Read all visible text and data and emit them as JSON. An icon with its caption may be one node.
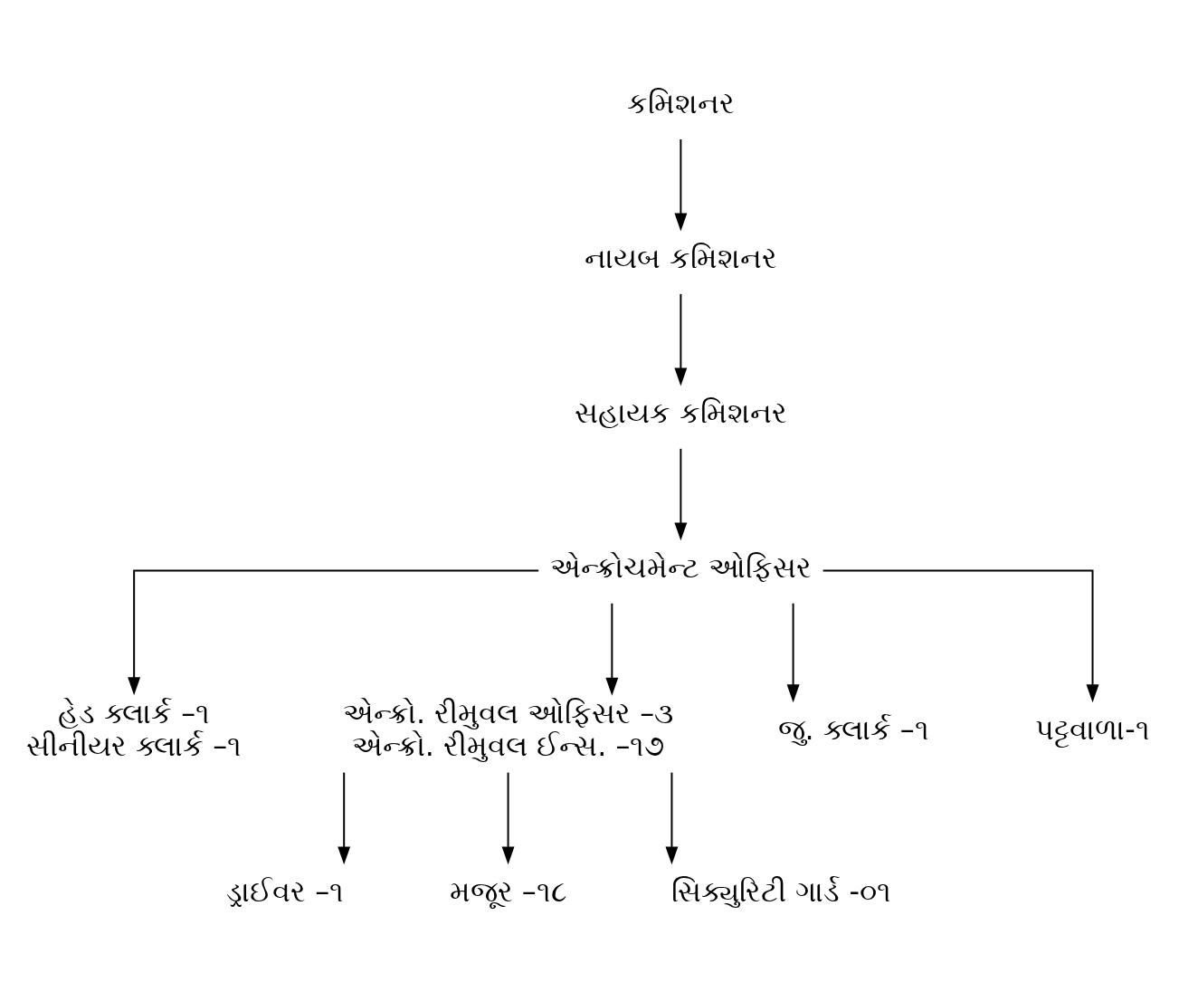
{
  "diagram": {
    "nodes": [
      {
        "text": [
          "કમિશનર"
        ]
      },
      {
        "text": [
          "નાયબ કમિશનર"
        ]
      },
      {
        "text": [
          "સહાયક કમિશનર"
        ]
      },
      {
        "text": [
          "એન્ક્રોચમેન્ટ ઓફિસર"
        ]
      },
      {
        "text": [
          "હેડ ક્લાર્ક –૧",
          "સીનીયર ક્લાર્ક –૧"
        ]
      },
      {
        "text": [
          "એન્ક્રો. રીમુવલ ઓફિસર –૩",
          "એન્ક્રો. રીમુવલ ઈન્સ. –૧૭"
        ]
      },
      {
        "text": [
          "જુ. ક્લાર્ક –૧"
        ]
      },
      {
        "text": [
          "પટ્ટવાળા-૧"
        ]
      },
      {
        "text": [
          "ડ્રાઈવર –૧"
        ]
      },
      {
        "text": [
          "મજૂર –૧૮"
        ]
      },
      {
        "text": [
          "સિક્યુરિટી ગાર્ડ -૦૧"
        ]
      }
    ],
    "edges": [
      {
        "from": 0,
        "to": 1,
        "arrow": "to"
      },
      {
        "from": 1,
        "to": 2,
        "arrow": "to"
      },
      {
        "from": 2,
        "to": 3,
        "arrow": "to"
      },
      {
        "from": 3,
        "to": 4,
        "arrow": "to"
      },
      {
        "from": 3,
        "to": 5,
        "arrow": "to"
      },
      {
        "from": 3,
        "to": 6,
        "arrow": "to"
      },
      {
        "from": 3,
        "to": 7,
        "arrow": "to"
      },
      {
        "from": 5,
        "to": 8,
        "arrow": "to"
      },
      {
        "from": 5,
        "to": 9,
        "arrow": "to"
      },
      {
        "from": 5,
        "to": 10,
        "arrow": "to"
      }
    ]
  }
}
